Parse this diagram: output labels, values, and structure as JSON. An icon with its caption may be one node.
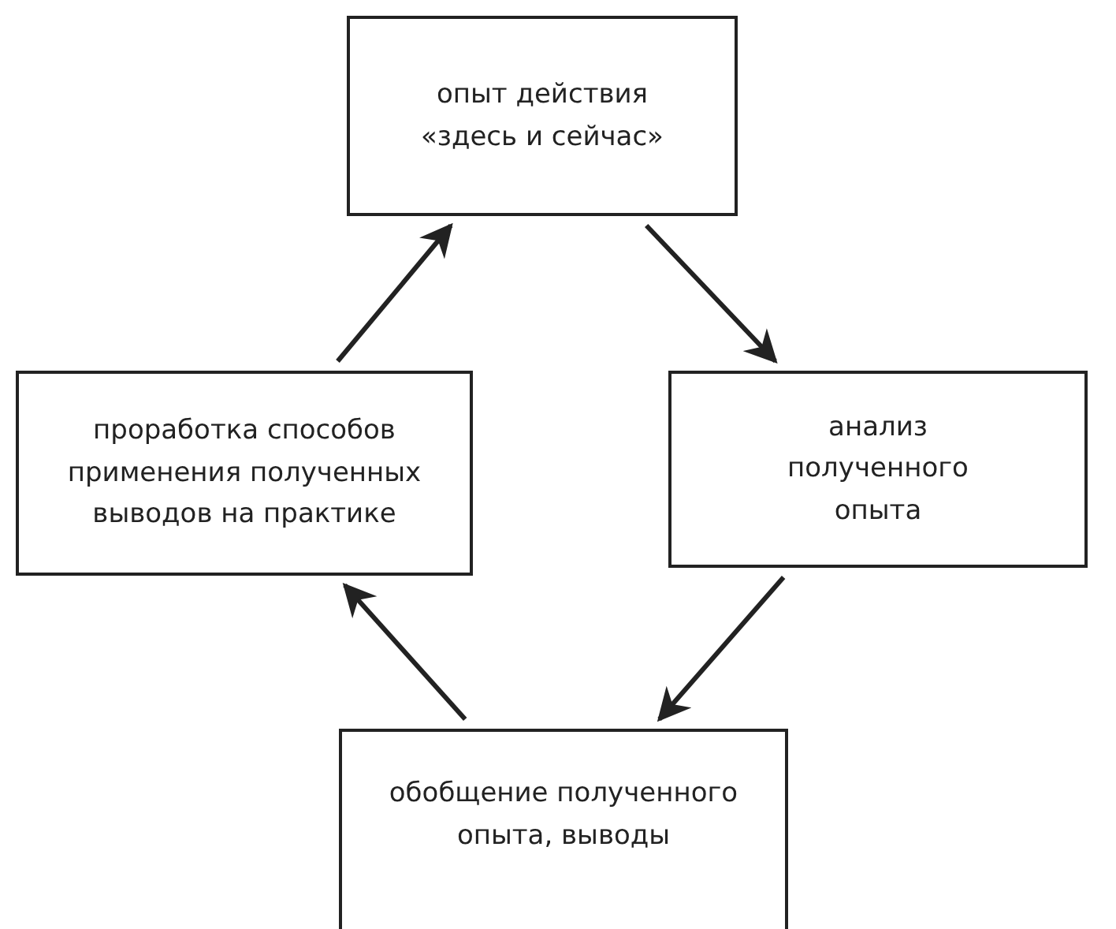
{
  "diagram": {
    "nodes": [
      {
        "text": [
          "опыт действия «здесь и сейчас»"
        ]
      },
      {
        "text": [
          "проработка способов применения полученных выводов на практике"
        ]
      },
      {
        "text": [
          "анализ полученного опыта"
        ]
      },
      {
        "text": [
          "обобщение полученного опыта, выводы"
        ]
      }
    ],
    "edges": [
      {
        "from": 0,
        "to": 2,
        "arrow": "to"
      },
      {
        "from": 2,
        "to": 3,
        "arrow": "to"
      },
      {
        "from": 3,
        "to": 1,
        "arrow": "to"
      },
      {
        "from": 1,
        "to": 0,
        "arrow": "to"
      }
    ]
  }
}
